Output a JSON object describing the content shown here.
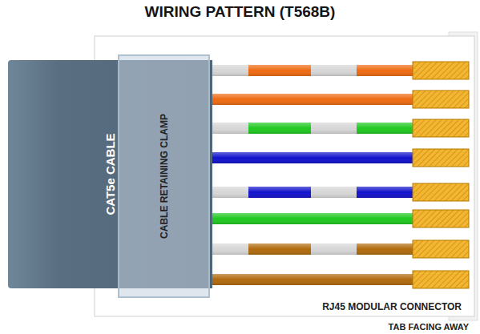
{
  "diagram": {
    "title": "WIRING PATTERN (T568B)",
    "nodes": [
      {
        "text": [
          "RJ45 MODULAR CONNECTOR"
        ]
      },
      {
        "text": [
          "CAT5e CABLE"
        ]
      },
      {
        "text": [
          "CABLE RETAINING CLAMP"
        ],
        "in": 0
      }
    ],
    "labels": [
      "TAB FACING AWAY"
    ]
  }
}
